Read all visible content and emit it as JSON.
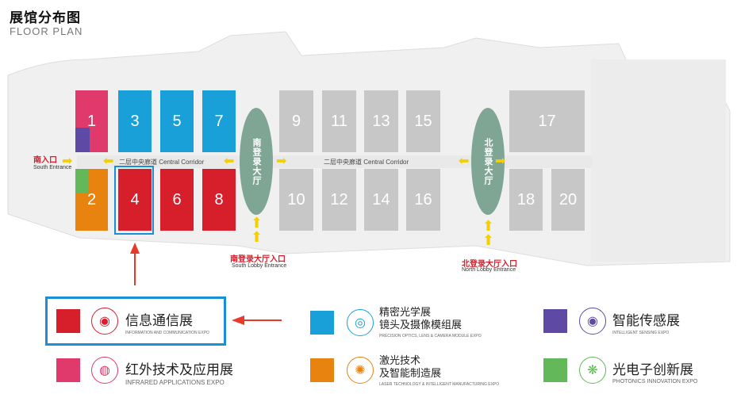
{
  "header": {
    "title_cn": "展馆分布图",
    "title_en": "FLOOR PLAN"
  },
  "colors": {
    "gray": "#c7c7c7",
    "blue": "#1aa0d8",
    "red": "#d71e2b",
    "pink": "#df3a6b",
    "orange": "#e8830f",
    "purple": "#5e4aa5",
    "green": "#63b85a",
    "lobby": "#7fa595",
    "highlight": "#1a8fd6"
  },
  "halls": [
    {
      "id": "1",
      "label": "1"
    },
    {
      "id": "2",
      "label": "2"
    },
    {
      "id": "3",
      "label": "3"
    },
    {
      "id": "4",
      "label": "4"
    },
    {
      "id": "5",
      "label": "5"
    },
    {
      "id": "6",
      "label": "6"
    },
    {
      "id": "7",
      "label": "7"
    },
    {
      "id": "8",
      "label": "8"
    },
    {
      "id": "9",
      "label": "9"
    },
    {
      "id": "10",
      "label": "10"
    },
    {
      "id": "11",
      "label": "11"
    },
    {
      "id": "12",
      "label": "12"
    },
    {
      "id": "13",
      "label": "13"
    },
    {
      "id": "14",
      "label": "14"
    },
    {
      "id": "15",
      "label": "15"
    },
    {
      "id": "16",
      "label": "16"
    },
    {
      "id": "17",
      "label": "17"
    },
    {
      "id": "18",
      "label": "18"
    },
    {
      "id": "20",
      "label": "20"
    }
  ],
  "corridor": {
    "label_left": "二层中央廊道  Central Corridor",
    "label_right": "二层中央廊道  Central Corridor"
  },
  "lobbies": {
    "south": "南登录大厅",
    "north": "北登录大厅"
  },
  "entrances": {
    "south_cn": "南入口",
    "south_en": "South Entrance",
    "south_lobby_cn": "南登录大厅入口",
    "south_lobby_en": "South Lobby Entrance",
    "north_lobby_cn": "北登录大厅入口",
    "north_lobby_en": "North Lobby Entrance"
  },
  "legend": [
    {
      "cn": "信息通信展",
      "en": "INFORMATION AND COMMUNICATION EXPO",
      "icon": "signal-tower-icon"
    },
    {
      "cn": "精密光学展\n镜头及摄像模组展",
      "en": "PRECISION OPTICS, LENS & CAMERA MODULE EXPO",
      "icon": "lens-icon"
    },
    {
      "cn": "智能传感展",
      "en": "INTELLIGENT SENSING EXPO",
      "icon": "eye-icon"
    },
    {
      "cn": "红外技术及应用展",
      "en": "INFRARED APPLICATIONS EXPO",
      "icon": "infrared-icon"
    },
    {
      "cn": "激光技术\n及智能制造展",
      "en": "LASER TECHNOLOGY & INTELLIGENT MANUFACTURING EXPO",
      "icon": "laser-icon"
    },
    {
      "cn": "光电子创新展",
      "en": "PHOTONICS INNOVATION EXPO",
      "icon": "network-icon"
    }
  ]
}
